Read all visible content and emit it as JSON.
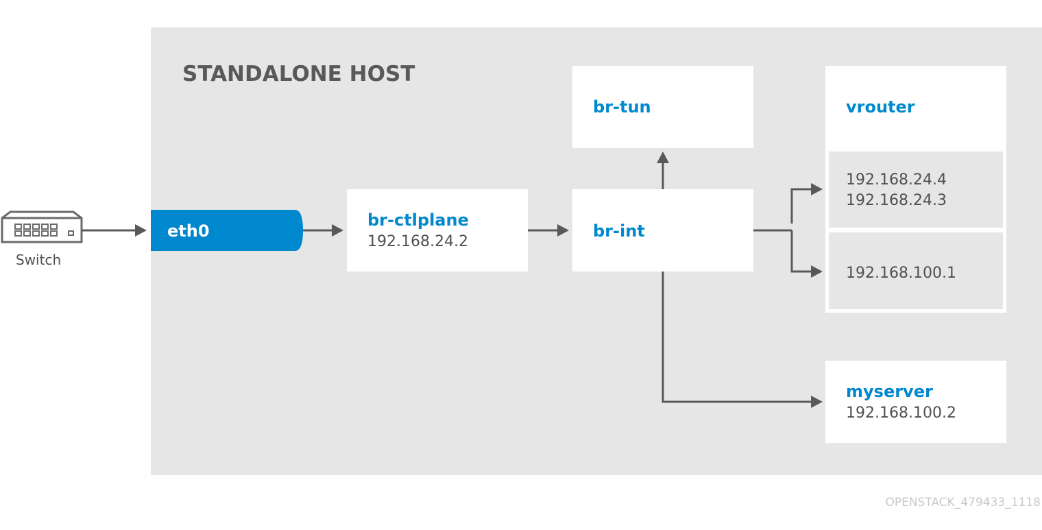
{
  "host": {
    "title": "STANDALONE HOST"
  },
  "switch": {
    "label": "Switch",
    "icon": "network-switch-icon"
  },
  "interfaces": {
    "eth0": "eth0"
  },
  "nodes": {
    "br_ctlplane": {
      "label": "br-ctlplane",
      "ip": "192.168.24.2"
    },
    "br_int": {
      "label": "br-int"
    },
    "br_tun": {
      "label": "br-tun"
    },
    "vrouter": {
      "label": "vrouter",
      "ports": [
        {
          "ips": [
            "192.168.24.4",
            "192.168.24.3"
          ]
        },
        {
          "ips": [
            "192.168.100.1"
          ]
        }
      ]
    },
    "myserver": {
      "label": "myserver",
      "ip": "192.168.100.2"
    }
  },
  "watermark": "OPENSTACK_479433_1118",
  "colors": {
    "accent": "#0088ce",
    "host_background": "#e6e6e6",
    "line": "#595959",
    "text": "#505050"
  }
}
